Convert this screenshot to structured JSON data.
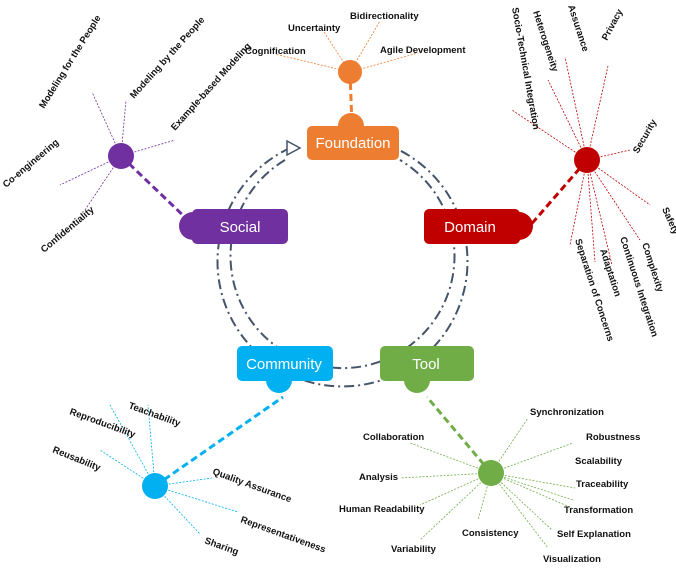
{
  "colors": {
    "foundation": "#ED7D31",
    "domain": "#C00000",
    "social": "#7030A0",
    "community": "#00B0F0",
    "tool": "#70AD47",
    "cycle": "#44546A"
  },
  "foundation": {
    "label": "Foundation",
    "items": [
      "Cognification",
      "Uncertainty",
      "Bidirectionality",
      "Agile Development"
    ]
  },
  "domain": {
    "label": "Domain",
    "items": [
      "Socio-Technical Integration",
      "Heterogeneity",
      "Assurance",
      "Privacy",
      "Security",
      "Safety",
      "Complexity",
      "Continuous Integration",
      "Adaptation",
      "Separation of Concerns"
    ]
  },
  "social": {
    "label": "Social",
    "items": [
      "Modeling for the People",
      "Modeling by the People",
      "Example-based Modeling",
      "Co-engineering",
      "Confidentiality"
    ]
  },
  "community": {
    "label": "Community",
    "items": [
      "Teachability",
      "Reproducibility",
      "Reusability",
      "Quality Assurance",
      "Representativeness",
      "Sharing"
    ]
  },
  "tool": {
    "label": "Tool",
    "items": [
      "Collaboration",
      "Analysis",
      "Human Readability",
      "Variability",
      "Consistency",
      "Synchronization",
      "Robustness",
      "Scalability",
      "Traceability",
      "Transformation",
      "Self Explanation",
      "Visualization"
    ]
  }
}
